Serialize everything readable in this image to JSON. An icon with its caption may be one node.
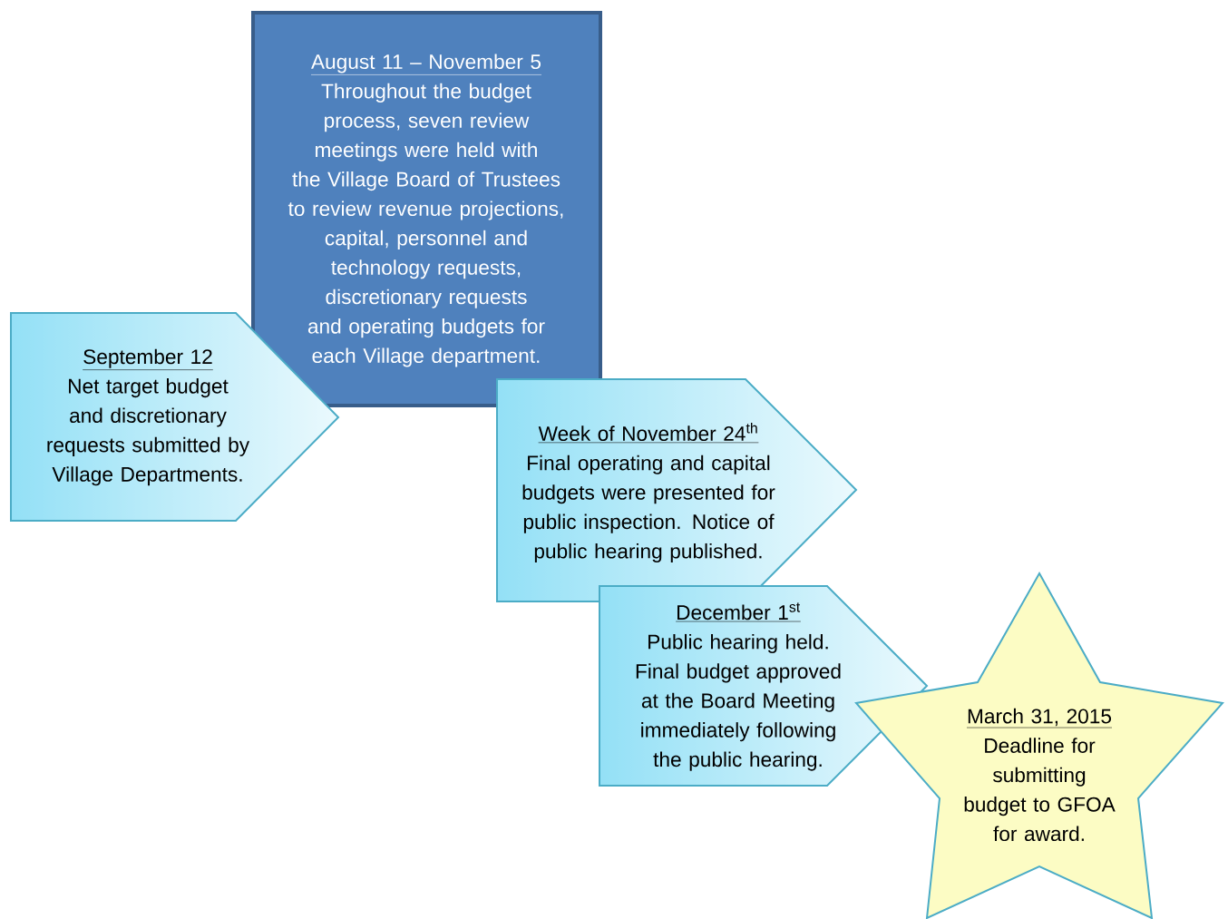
{
  "diagram": {
    "nodes": [
      {
        "text": [
          "August 11 – November 5",
          "Throughout the budget process, seven review meetings were held with the Village Board of Trustees to review revenue projections, capital, personnel and technology requests, discretionary requests and operating budgets for each Village department."
        ]
      },
      {
        "text": [
          "September 12",
          "Net target budget and discretionary requests submitted by Village Departments."
        ]
      },
      {
        "text": [
          "Week of November 24$^{th}$",
          "Final operating and capital budgets were presented for public inspection. Notice of public hearing published."
        ]
      },
      {
        "text": [
          "December 1$^{st}$",
          "Public hearing held. Final budget approved at the Board Meeting immediately following the public hearing."
        ]
      },
      {
        "text": [
          "March 31, 2015",
          "Deadline for submitting budget to GFOA for award."
        ]
      }
    ]
  }
}
